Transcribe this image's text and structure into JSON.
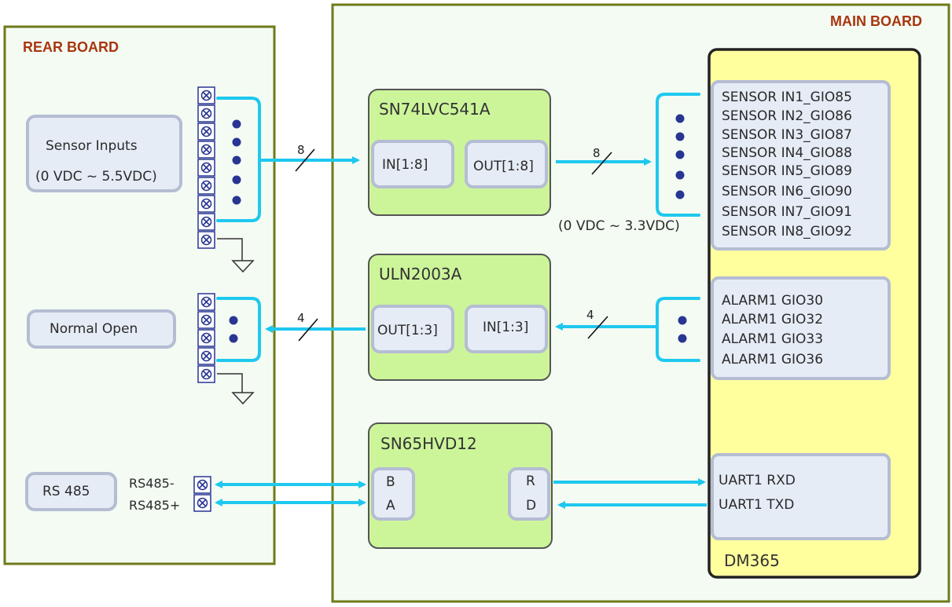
{
  "rear_board": {
    "title": "REAR BOARD",
    "sensor_box": {
      "line1": "Sensor Inputs",
      "line2": "(0 VDC ~ 5.5VDC)"
    },
    "normal_open_box": "Normal Open",
    "rs485_box": "RS  485",
    "rs485_minus": "RS485-",
    "rs485_plus": "RS485+"
  },
  "main_board": {
    "title": "MAIN BOARD",
    "dm365": {
      "label": "DM365",
      "sensor_pins": [
        "SENSOR IN1_GIO85",
        "SENSOR IN2_GIO86",
        "SENSOR IN3_GIO87",
        "SENSOR IN4_GIO88",
        "SENSOR IN5_GIO89",
        "SENSOR IN6_GIO90",
        "SENSOR IN7_GIO91",
        "SENSOR IN8_GIO92"
      ],
      "alarm_pins": [
        "ALARM1 GIO30",
        "ALARM1 GIO32",
        "ALARM1 GIO33",
        "ALARM1 GIO36"
      ],
      "uart_pins": [
        "UART1 RXD",
        "UART1 TXD"
      ]
    },
    "chips": {
      "sn74": {
        "name": "SN74LVC541A",
        "in": "IN[1:8]",
        "out": "OUT[1:8]"
      },
      "uln": {
        "name": "ULN2003A",
        "out": "OUT[1:3]",
        "in": "IN[1:3]"
      },
      "sn65": {
        "name": "SN65HVD12",
        "b": "B",
        "a": "A",
        "r": "R",
        "d": "D"
      }
    },
    "voltage_note": "(0 VDC ~ 3.3VDC)"
  },
  "bus_widths": {
    "sensor_in": "8",
    "sensor_out": "8",
    "alarm_out": "4",
    "alarm_in": "4"
  },
  "colors": {
    "board_border": "#6f7a1a",
    "board_fill": "#f3fbf3",
    "chip_fill": "#ccf59a",
    "chip_border": "#555555",
    "port_fill": "#e6ecf6",
    "port_border": "#b5bdd3",
    "dm365_fill": "#ffff9e",
    "wire": "#1ec8ef",
    "dot": "#283593",
    "title_red": "#a8360f"
  }
}
